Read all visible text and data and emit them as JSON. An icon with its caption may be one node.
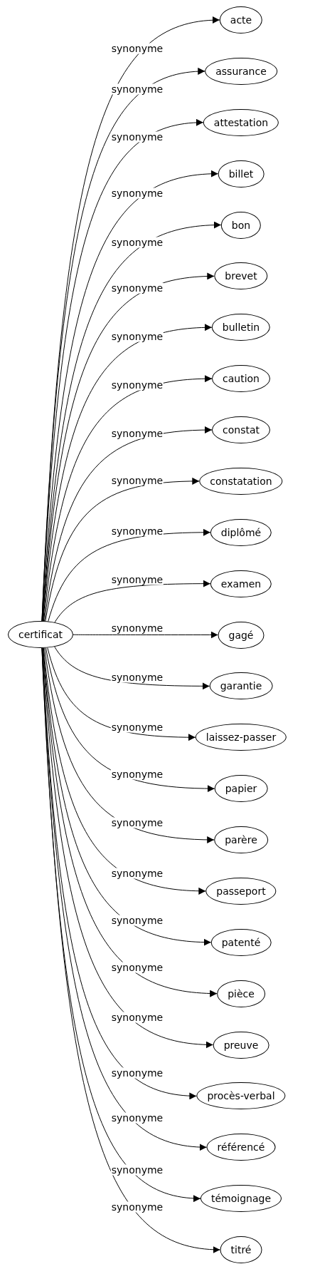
{
  "diagram": {
    "nodes": [
      {
        "text": [
          "certificat"
        ]
      },
      {
        "text": [
          "acte"
        ]
      },
      {
        "text": [
          "assurance"
        ]
      },
      {
        "text": [
          "attestation"
        ]
      },
      {
        "text": [
          "billet"
        ]
      },
      {
        "text": [
          "bon"
        ]
      },
      {
        "text": [
          "brevet"
        ]
      },
      {
        "text": [
          "bulletin"
        ]
      },
      {
        "text": [
          "caution"
        ]
      },
      {
        "text": [
          "constat"
        ]
      },
      {
        "text": [
          "constatation"
        ]
      },
      {
        "text": [
          "diplômé"
        ]
      },
      {
        "text": [
          "examen"
        ]
      },
      {
        "text": [
          "gagé"
        ]
      },
      {
        "text": [
          "garantie"
        ]
      },
      {
        "text": [
          "laissez-passer"
        ]
      },
      {
        "text": [
          "papier"
        ]
      },
      {
        "text": [
          "parère"
        ]
      },
      {
        "text": [
          "passeport"
        ]
      },
      {
        "text": [
          "patenté"
        ]
      },
      {
        "text": [
          "pièce"
        ]
      },
      {
        "text": [
          "preuve"
        ]
      },
      {
        "text": [
          "procès-verbal"
        ]
      },
      {
        "text": [
          "référencé"
        ]
      },
      {
        "text": [
          "témoignage"
        ]
      },
      {
        "text": [
          "titré"
        ]
      }
    ],
    "edges": [
      {
        "from": 0,
        "to": 1,
        "arrow": "to",
        "label": "synonyme"
      },
      {
        "from": 0,
        "to": 2,
        "arrow": "to",
        "label": "synonyme"
      },
      {
        "from": 0,
        "to": 3,
        "arrow": "to",
        "label": "synonyme"
      },
      {
        "from": 0,
        "to": 4,
        "arrow": "to",
        "label": "synonyme"
      },
      {
        "from": 0,
        "to": 5,
        "arrow": "to",
        "label": "synonyme"
      },
      {
        "from": 0,
        "to": 6,
        "arrow": "to",
        "label": "synonyme"
      },
      {
        "from": 0,
        "to": 7,
        "arrow": "to",
        "label": "synonyme"
      },
      {
        "from": 0,
        "to": 8,
        "arrow": "to",
        "label": "synonyme"
      },
      {
        "from": 0,
        "to": 9,
        "arrow": "to",
        "label": "synonyme"
      },
      {
        "from": 0,
        "to": 10,
        "arrow": "to",
        "label": "synonyme"
      },
      {
        "from": 0,
        "to": 11,
        "arrow": "to",
        "label": "synonyme"
      },
      {
        "from": 0,
        "to": 12,
        "arrow": "to",
        "label": "synonyme"
      },
      {
        "from": 0,
        "to": 13,
        "arrow": "to",
        "label": "synonyme"
      },
      {
        "from": 0,
        "to": 14,
        "arrow": "to",
        "label": "synonyme"
      },
      {
        "from": 0,
        "to": 15,
        "arrow": "to",
        "label": "synonyme"
      },
      {
        "from": 0,
        "to": 16,
        "arrow": "to",
        "label": "synonyme"
      },
      {
        "from": 0,
        "to": 17,
        "arrow": "to",
        "label": "synonyme"
      },
      {
        "from": 0,
        "to": 18,
        "arrow": "to",
        "label": "synonyme"
      },
      {
        "from": 0,
        "to": 19,
        "arrow": "to",
        "label": "synonyme"
      },
      {
        "from": 0,
        "to": 20,
        "arrow": "to",
        "label": "synonyme"
      },
      {
        "from": 0,
        "to": 21,
        "arrow": "to",
        "label": "synonyme"
      },
      {
        "from": 0,
        "to": 22,
        "arrow": "to",
        "label": "synonyme"
      },
      {
        "from": 0,
        "to": 23,
        "arrow": "to",
        "label": "synonyme"
      },
      {
        "from": 0,
        "to": 24,
        "arrow": "to",
        "label": "synonyme"
      },
      {
        "from": 0,
        "to": 25,
        "arrow": "to",
        "label": "synonyme"
      }
    ]
  }
}
